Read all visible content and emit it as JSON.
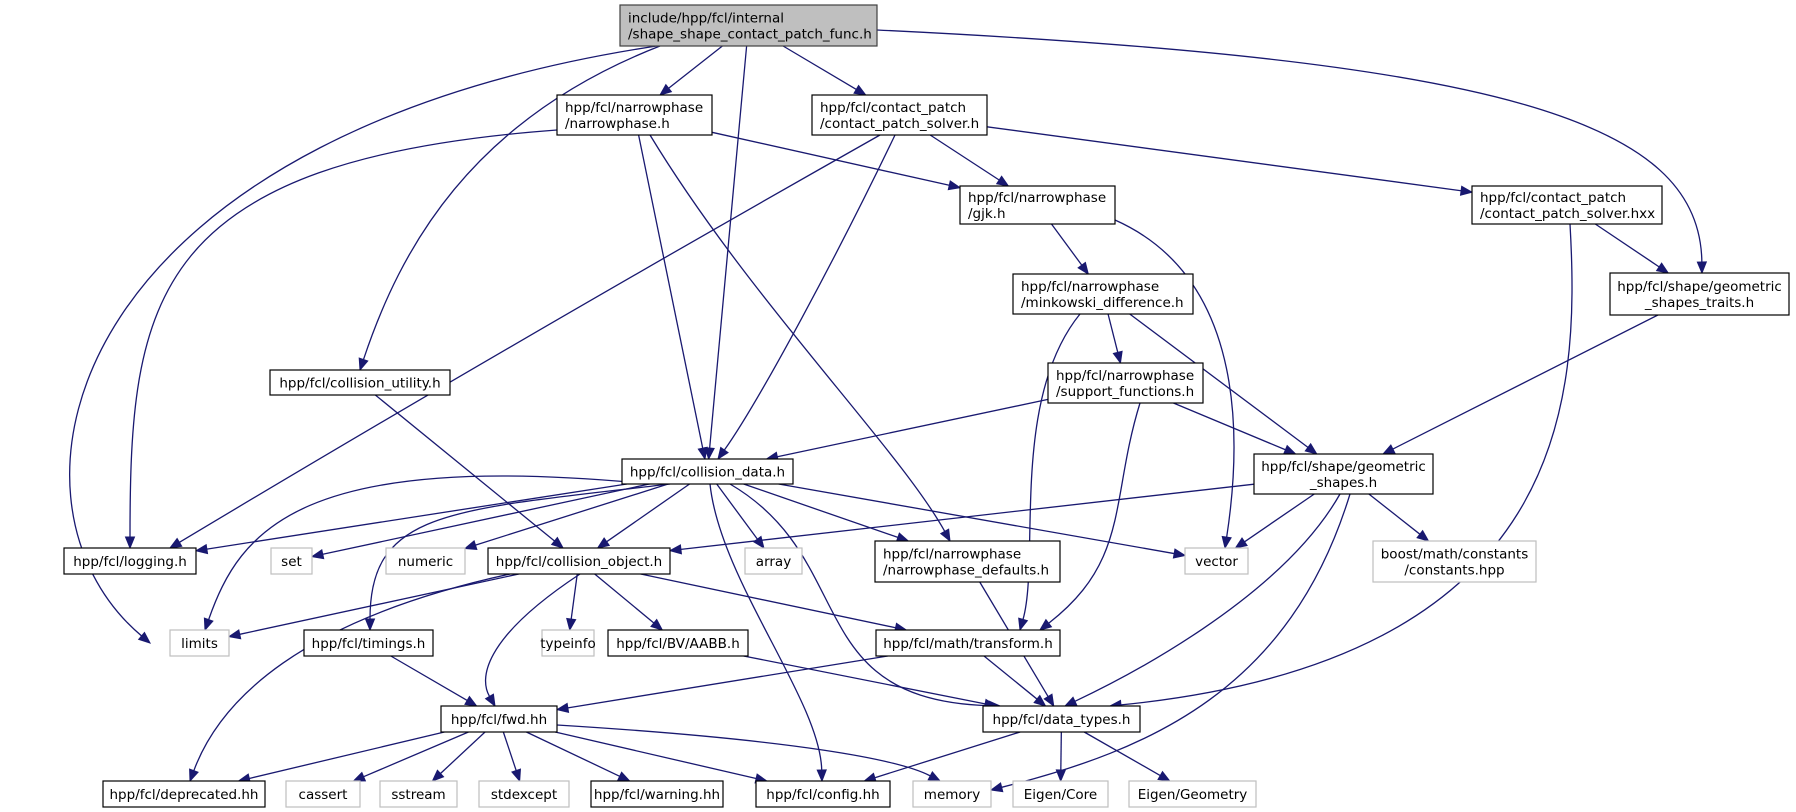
{
  "title": "Include dependency graph for shape_shape_contact_patch_func.h",
  "colors": {
    "edge": "#191970",
    "root_fill": "#bfbfbf",
    "local_border": "#000000",
    "external_border": "#bfbfbf"
  },
  "nodes": [
    {
      "id": "root",
      "kind": "root",
      "lines": [
        "include/hpp/fcl/internal",
        "/shape_shape_contact_patch_func.h"
      ]
    },
    {
      "id": "narrowphase",
      "kind": "local",
      "lines": [
        "hpp/fcl/narrowphase",
        "/narrowphase.h"
      ]
    },
    {
      "id": "cps",
      "kind": "local",
      "lines": [
        "hpp/fcl/contact_patch",
        "/contact_patch_solver.h"
      ]
    },
    {
      "id": "gjk",
      "kind": "local",
      "lines": [
        "hpp/fcl/narrowphase",
        "/gjk.h"
      ]
    },
    {
      "id": "cpshxx",
      "kind": "local",
      "lines": [
        "hpp/fcl/contact_patch",
        "/contact_patch_solver.hxx"
      ]
    },
    {
      "id": "gstraits",
      "kind": "local",
      "lines": [
        "hpp/fcl/shape/geometric",
        "_shapes_traits.h"
      ]
    },
    {
      "id": "minkowski",
      "kind": "local",
      "lines": [
        "hpp/fcl/narrowphase",
        "/minkowski_difference.h"
      ]
    },
    {
      "id": "support",
      "kind": "local",
      "lines": [
        "hpp/fcl/narrowphase",
        "/support_functions.h"
      ]
    },
    {
      "id": "colutil",
      "kind": "local",
      "lines": [
        "hpp/fcl/collision_utility.h"
      ]
    },
    {
      "id": "coldata",
      "kind": "local",
      "lines": [
        "hpp/fcl/collision_data.h"
      ]
    },
    {
      "id": "gshapes",
      "kind": "local",
      "lines": [
        "hpp/fcl/shape/geometric",
        "_shapes.h"
      ]
    },
    {
      "id": "logging",
      "kind": "local",
      "lines": [
        "hpp/fcl/logging.h"
      ]
    },
    {
      "id": "set",
      "kind": "ext",
      "lines": [
        "set"
      ]
    },
    {
      "id": "numeric",
      "kind": "ext",
      "lines": [
        "numeric"
      ]
    },
    {
      "id": "colobj",
      "kind": "local",
      "lines": [
        "hpp/fcl/collision_object.h"
      ]
    },
    {
      "id": "array",
      "kind": "ext",
      "lines": [
        "array"
      ]
    },
    {
      "id": "npdefaults",
      "kind": "local",
      "lines": [
        "hpp/fcl/narrowphase",
        "/narrowphase_defaults.h"
      ]
    },
    {
      "id": "vector",
      "kind": "ext",
      "lines": [
        "vector"
      ]
    },
    {
      "id": "boost",
      "kind": "ext",
      "lines": [
        "boost/math/constants",
        "/constants.hpp"
      ]
    },
    {
      "id": "limits",
      "kind": "ext",
      "lines": [
        "limits"
      ]
    },
    {
      "id": "timings",
      "kind": "local",
      "lines": [
        "hpp/fcl/timings.h"
      ]
    },
    {
      "id": "typeinfo",
      "kind": "ext",
      "lines": [
        "typeinfo"
      ]
    },
    {
      "id": "aabb",
      "kind": "local",
      "lines": [
        "hpp/fcl/BV/AABB.h"
      ]
    },
    {
      "id": "transform",
      "kind": "local",
      "lines": [
        "hpp/fcl/math/transform.h"
      ]
    },
    {
      "id": "fwd",
      "kind": "local",
      "lines": [
        "hpp/fcl/fwd.hh"
      ]
    },
    {
      "id": "datatypes",
      "kind": "local",
      "lines": [
        "hpp/fcl/data_types.h"
      ]
    },
    {
      "id": "deprecated",
      "kind": "local",
      "lines": [
        "hpp/fcl/deprecated.hh"
      ]
    },
    {
      "id": "cassert",
      "kind": "ext",
      "lines": [
        "cassert"
      ]
    },
    {
      "id": "sstream",
      "kind": "ext",
      "lines": [
        "sstream"
      ]
    },
    {
      "id": "stdexcept",
      "kind": "ext",
      "lines": [
        "stdexcept"
      ]
    },
    {
      "id": "warning",
      "kind": "local",
      "lines": [
        "hpp/fcl/warning.hh"
      ]
    },
    {
      "id": "config",
      "kind": "local",
      "lines": [
        "hpp/fcl/config.hh"
      ]
    },
    {
      "id": "memory",
      "kind": "ext",
      "lines": [
        "memory"
      ]
    },
    {
      "id": "eigencore",
      "kind": "ext",
      "lines": [
        "Eigen/Core"
      ]
    },
    {
      "id": "eigengeom",
      "kind": "ext",
      "lines": [
        "Eigen/Geometry"
      ]
    }
  ],
  "edges": [
    [
      "root",
      "narrowphase"
    ],
    [
      "root",
      "cps"
    ],
    [
      "root",
      "colutil"
    ],
    [
      "root",
      "coldata"
    ],
    [
      "root",
      "gstraits"
    ],
    [
      "root",
      "limits"
    ],
    [
      "narrowphase",
      "gjk"
    ],
    [
      "narrowphase",
      "coldata"
    ],
    [
      "narrowphase",
      "logging"
    ],
    [
      "narrowphase",
      "npdefaults"
    ],
    [
      "cps",
      "gjk"
    ],
    [
      "cps",
      "cpshxx"
    ],
    [
      "cps",
      "coldata"
    ],
    [
      "cps",
      "logging"
    ],
    [
      "gjk",
      "minkowski"
    ],
    [
      "gjk",
      "vector"
    ],
    [
      "cpshxx",
      "gstraits"
    ],
    [
      "cpshxx",
      "datatypes"
    ],
    [
      "gstraits",
      "gshapes"
    ],
    [
      "minkowski",
      "support"
    ],
    [
      "minkowski",
      "gshapes"
    ],
    [
      "minkowski",
      "transform"
    ],
    [
      "support",
      "coldata"
    ],
    [
      "support",
      "gshapes"
    ],
    [
      "support",
      "transform"
    ],
    [
      "colutil",
      "colobj"
    ],
    [
      "coldata",
      "logging"
    ],
    [
      "coldata",
      "set"
    ],
    [
      "coldata",
      "numeric"
    ],
    [
      "coldata",
      "colobj"
    ],
    [
      "coldata",
      "array"
    ],
    [
      "coldata",
      "npdefaults"
    ],
    [
      "coldata",
      "vector"
    ],
    [
      "coldata",
      "limits"
    ],
    [
      "coldata",
      "timings"
    ],
    [
      "coldata",
      "config"
    ],
    [
      "coldata",
      "datatypes"
    ],
    [
      "gshapes",
      "colobj"
    ],
    [
      "gshapes",
      "vector"
    ],
    [
      "gshapes",
      "boost"
    ],
    [
      "gshapes",
      "datatypes"
    ],
    [
      "gshapes",
      "memory"
    ],
    [
      "colobj",
      "limits"
    ],
    [
      "colobj",
      "typeinfo"
    ],
    [
      "colobj",
      "aabb"
    ],
    [
      "colobj",
      "transform"
    ],
    [
      "colobj",
      "fwd"
    ],
    [
      "colobj",
      "deprecated"
    ],
    [
      "npdefaults",
      "datatypes"
    ],
    [
      "timings",
      "fwd"
    ],
    [
      "aabb",
      "datatypes"
    ],
    [
      "transform",
      "fwd"
    ],
    [
      "transform",
      "datatypes"
    ],
    [
      "fwd",
      "deprecated"
    ],
    [
      "fwd",
      "cassert"
    ],
    [
      "fwd",
      "sstream"
    ],
    [
      "fwd",
      "stdexcept"
    ],
    [
      "fwd",
      "warning"
    ],
    [
      "fwd",
      "config"
    ],
    [
      "fwd",
      "memory"
    ],
    [
      "datatypes",
      "config"
    ],
    [
      "datatypes",
      "eigencore"
    ],
    [
      "datatypes",
      "eigengeom"
    ]
  ]
}
